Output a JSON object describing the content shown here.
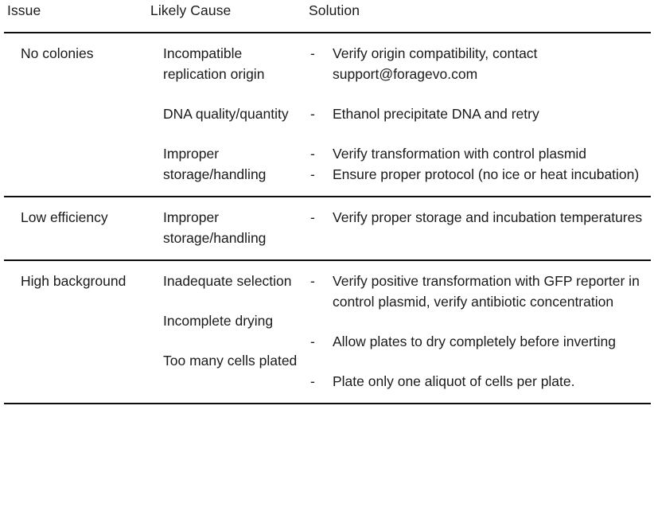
{
  "document": {
    "type": "troubleshooting-table",
    "background_color": "#ffffff",
    "text_color": "#1a1a1a",
    "rule_color": "#0d0d0d"
  },
  "table": {
    "columns": [
      {
        "key": "issue",
        "label": "Issue"
      },
      {
        "key": "cause",
        "label": "Likely Cause"
      },
      {
        "key": "solution",
        "label": "Solution"
      }
    ],
    "bullet_marker": "-",
    "groups": [
      {
        "issue": "No colonies",
        "rows": [
          {
            "cause": "Incompatible replication origin",
            "solutions": [
              "Verify origin compatibility, contact support@foragevo.com"
            ]
          },
          {
            "cause": "DNA quality/quantity",
            "solutions": [
              "Ethanol precipitate DNA and retry"
            ]
          },
          {
            "cause": "Improper storage/handling",
            "solutions": [
              "Verify transformation with control plasmid",
              "Ensure proper protocol (no ice or heat incubation)"
            ]
          }
        ]
      },
      {
        "issue": "Low efficiency",
        "rows": [
          {
            "cause": "Improper storage/handling",
            "solutions": [
              "Verify proper storage and incubation temperatures"
            ]
          }
        ]
      },
      {
        "issue": "High background",
        "rows": [
          {
            "cause": "Inadequate selection",
            "solutions": [
              "Verify positive transformation with GFP reporter in control plasmid, verify antibiotic concentration"
            ]
          },
          {
            "cause": "Incomplete drying",
            "solutions": [
              "Allow plates to dry completely before inverting"
            ]
          },
          {
            "cause": "Too many cells plated",
            "solutions": [
              "Plate only one aliquot of cells per plate."
            ]
          }
        ]
      }
    ]
  }
}
